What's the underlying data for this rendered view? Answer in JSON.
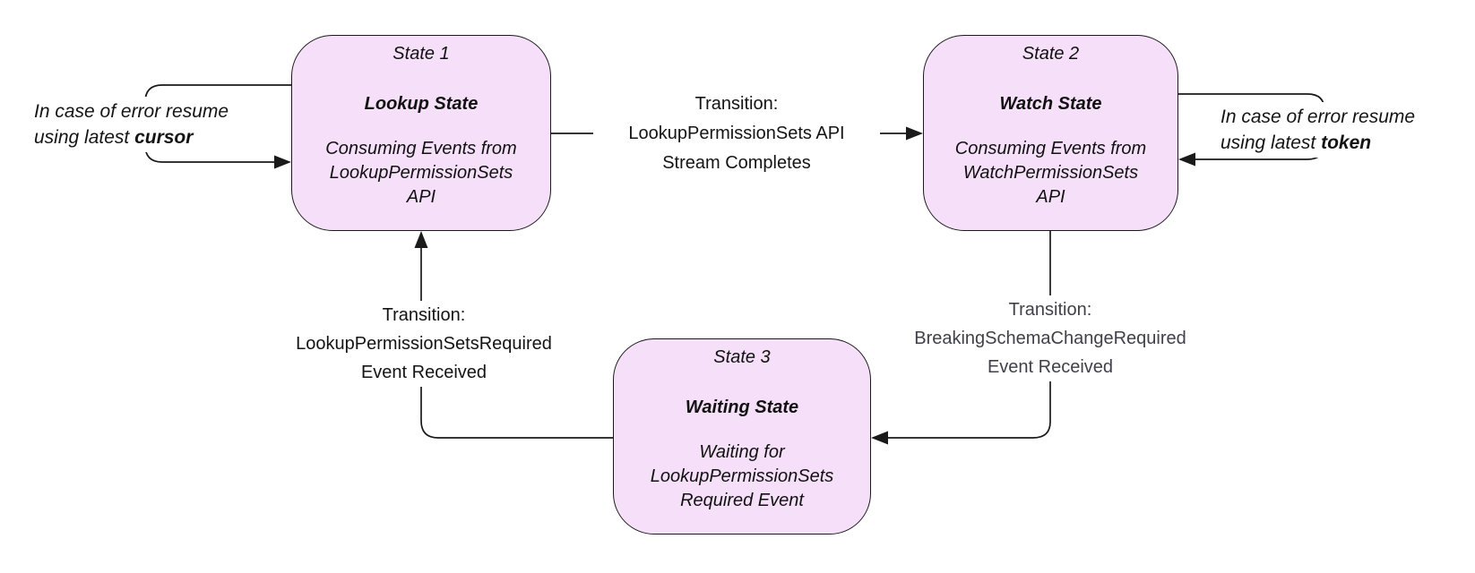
{
  "diagram": {
    "colors": {
      "background": "#ffffff",
      "state_fill": "#f6e0f9",
      "stroke": "#1a1a1a",
      "transition_text": "#141414",
      "transition_text_gray": "#40404a"
    },
    "states": [
      {
        "label": "State 1",
        "title": "Lookup State",
        "body": "Consuming Events from\nLookupPermissionSets\nAPI"
      },
      {
        "label": "State 2",
        "title": "Watch State",
        "body": "Consuming Events from\nWatchPermissionSets\nAPI"
      },
      {
        "label": "State 3",
        "title": "Waiting State",
        "body": "Waiting for\nLookupPermissionSets\nRequired Event"
      }
    ],
    "transitions": {
      "s1_to_s2": "Transition:\nLookupPermissionSets API\nStream Completes",
      "s2_to_s3": "Transition:\nBreakingSchemaChangeRequired\nEvent Received",
      "s3_to_s1": "Transition:\nLookupPermissionSetsRequired\nEvent Received"
    },
    "loops": {
      "cursor": {
        "line1": "In case of error resume",
        "line2_prefix": "using latest ",
        "line2_bold": "cursor"
      },
      "token": {
        "line1": "In case of error resume",
        "line2_prefix": "using latest ",
        "line2_bold": "token"
      }
    }
  }
}
